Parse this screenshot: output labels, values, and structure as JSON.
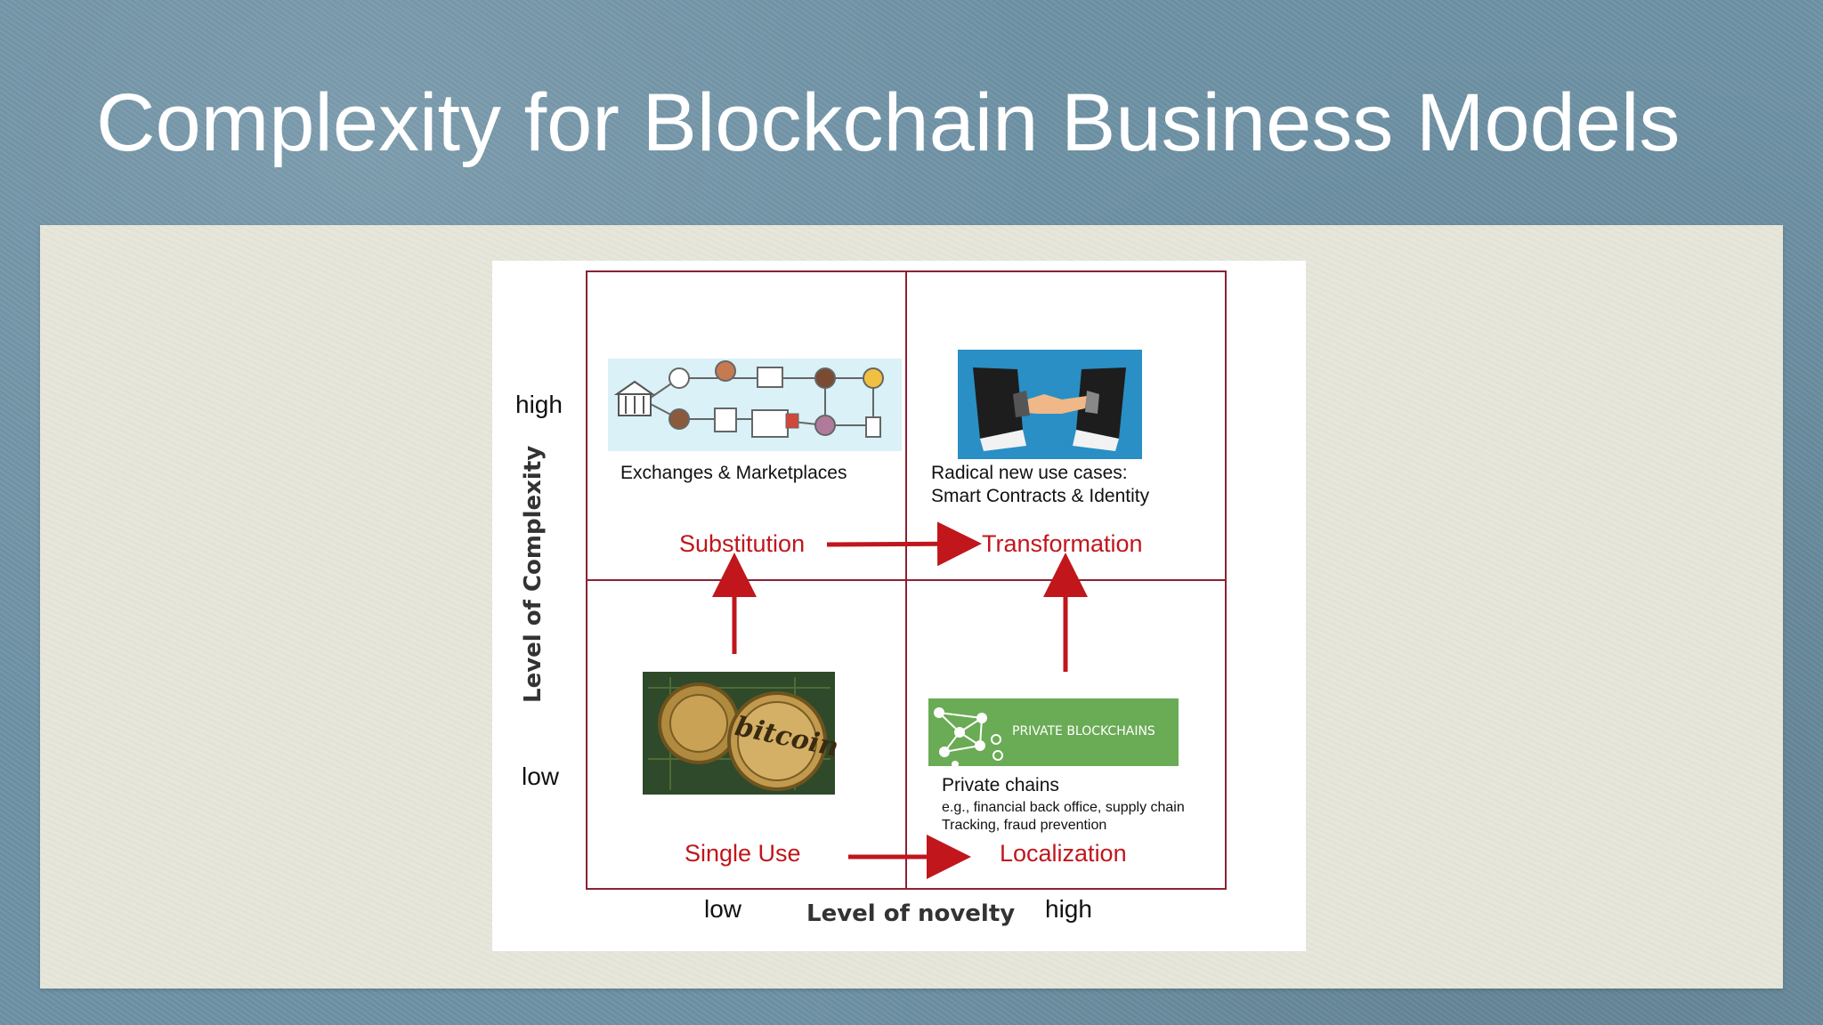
{
  "slide": {
    "title": "Complexity for Blockchain Business Models"
  },
  "diagram": {
    "y_axis": {
      "title": "Level of Complexity",
      "high": "high",
      "low": "low"
    },
    "x_axis": {
      "title": "Level of novelty",
      "low": "low",
      "high": "high"
    },
    "quadrants": {
      "top_left": {
        "label": "Substitution",
        "caption": "Exchanges & Marketplaces"
      },
      "top_right": {
        "label": "Transformation",
        "caption_line1": "Radical new use cases:",
        "caption_line2": "Smart Contracts & Identity"
      },
      "bottom_left": {
        "label": "Single Use",
        "image_text": "bitcoin"
      },
      "bottom_right": {
        "label": "Localization",
        "banner_text": "PRIVATE BLOCKCHAINS",
        "caption": "Private chains",
        "detail_line1": "e.g., financial back office, supply chain",
        "detail_line2": "Tracking, fraud prevention"
      }
    },
    "colors": {
      "accent_red": "#c0161c",
      "grid_line": "#8a2233",
      "banner_green": "#6aab55"
    }
  }
}
